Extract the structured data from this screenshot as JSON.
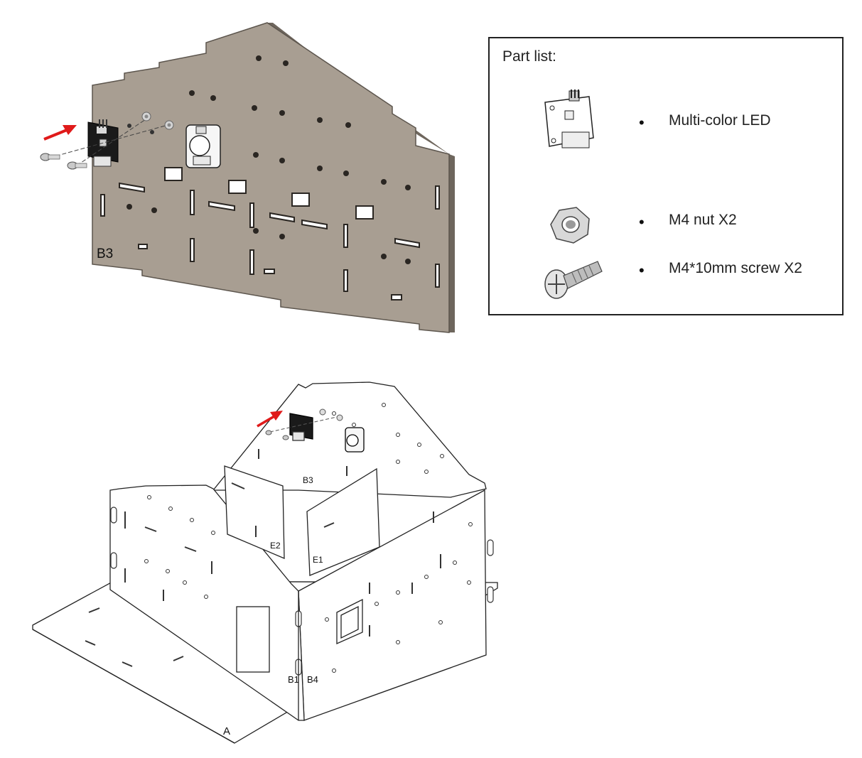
{
  "part_list": {
    "title": "Part list:",
    "items": [
      {
        "label": "Multi-color LED",
        "icon": "led-module-icon"
      },
      {
        "label": "M4 nut X2",
        "icon": "hex-nut-icon"
      },
      {
        "label": "M4*10mm screw X2",
        "icon": "screw-icon"
      }
    ],
    "bullet": "•"
  },
  "panel_labels": {
    "b3_top": "B3",
    "b3_house": "B3",
    "e1": "E1",
    "e2": "E2",
    "b1": "B1",
    "b4": "B4",
    "a": "A"
  },
  "colors": {
    "panel_fill": "#a89e92",
    "panel_edge": "#6e665d",
    "arrow": "#e01a1a",
    "module": "#1a1a1a"
  }
}
